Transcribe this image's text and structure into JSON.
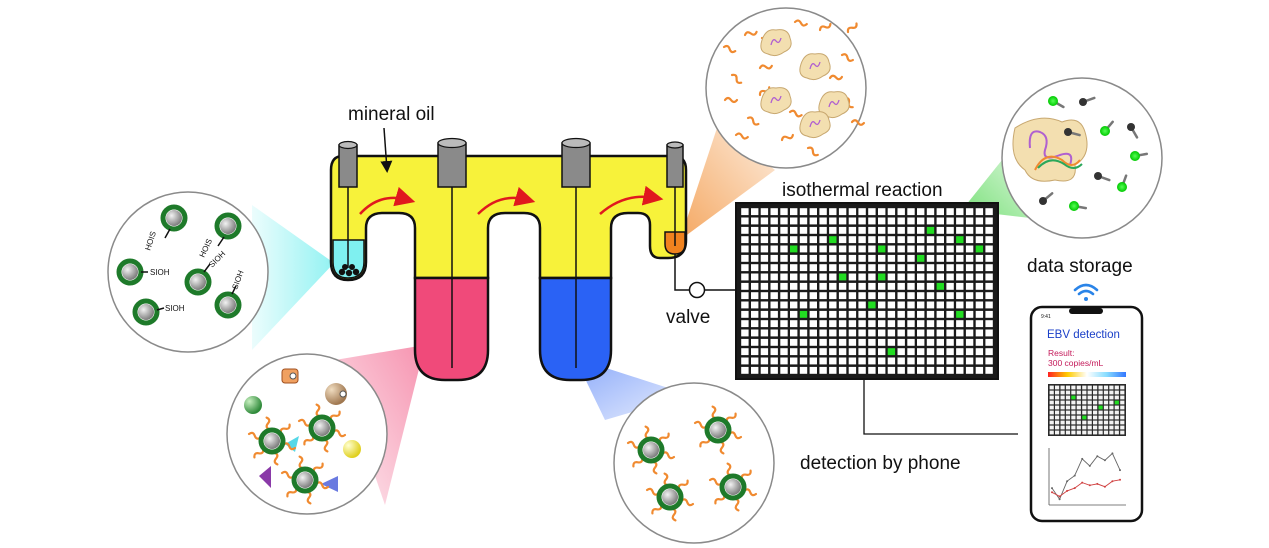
{
  "labels": {
    "mineral_oil": "mineral oil",
    "isothermal": "isothermal reaction",
    "valve": "valve",
    "data_storage": "data storage",
    "detection": "detection by phone"
  },
  "bead_labels": [
    "HOIS",
    "HOIS",
    "SIOH",
    "SIOH",
    "SIOH",
    "SIOH"
  ],
  "phone": {
    "time": "9:41",
    "title": "EBV detection",
    "result_label": "Result:",
    "result_value": "300 copies/mL"
  },
  "colors": {
    "chamber_yellow": "#f7f23a",
    "chamber_pink": "#f04a7a",
    "chamber_blue": "#2a62f5",
    "chamber_cyan": "#7ff0f0",
    "chamber_orange": "#f0821e",
    "positive_well": "#22dd22",
    "arrow_red": "#e0191e",
    "bead_ring": "#1e7a2a"
  },
  "chip": {
    "rows": 18,
    "cols": 26,
    "positive_wells": [
      [
        3,
        9
      ],
      [
        3,
        22
      ],
      [
        2,
        19
      ],
      [
        4,
        5
      ],
      [
        4,
        14
      ],
      [
        5,
        18
      ],
      [
        7,
        10
      ],
      [
        7,
        14
      ],
      [
        8,
        20
      ],
      [
        10,
        13
      ],
      [
        11,
        6
      ],
      [
        11,
        22
      ],
      [
        15,
        15
      ],
      [
        4,
        24
      ]
    ]
  },
  "phone_chip": {
    "rows": 10,
    "cols": 14
  },
  "phone_chart": {
    "series": [
      {
        "values": [
          1.0,
          0.2,
          1.5,
          1.9,
          3.1,
          2.6,
          3.3,
          3.0,
          3.5,
          2.3
        ]
      },
      {
        "values": [
          0.7,
          0.4,
          0.8,
          1.0,
          1.4,
          1.2,
          1.3,
          1.1,
          1.5,
          1.6
        ]
      }
    ]
  }
}
